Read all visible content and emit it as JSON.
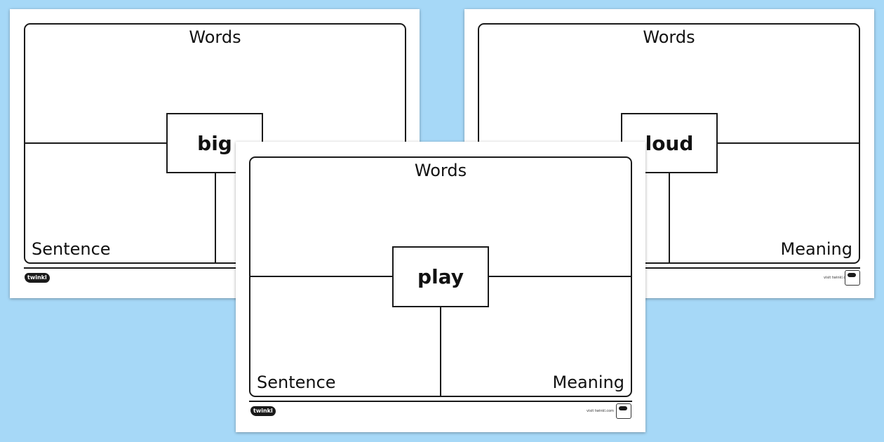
{
  "sheets": {
    "left": {
      "title": "Words",
      "word": "big",
      "sentence_label": "Sentence",
      "logo": "twinkl"
    },
    "right": {
      "title": "Words",
      "word": "loud",
      "meaning_label": "Meaning",
      "url": "visit twinkl.com"
    },
    "front": {
      "title": "Words",
      "word": "play",
      "sentence_label": "Sentence",
      "meaning_label": "Meaning",
      "logo": "twinkl",
      "url": "visit twinkl.com"
    }
  },
  "colors": {
    "background": "#a6d8f7",
    "sheet": "#ffffff",
    "ink": "#1a1a1a"
  }
}
